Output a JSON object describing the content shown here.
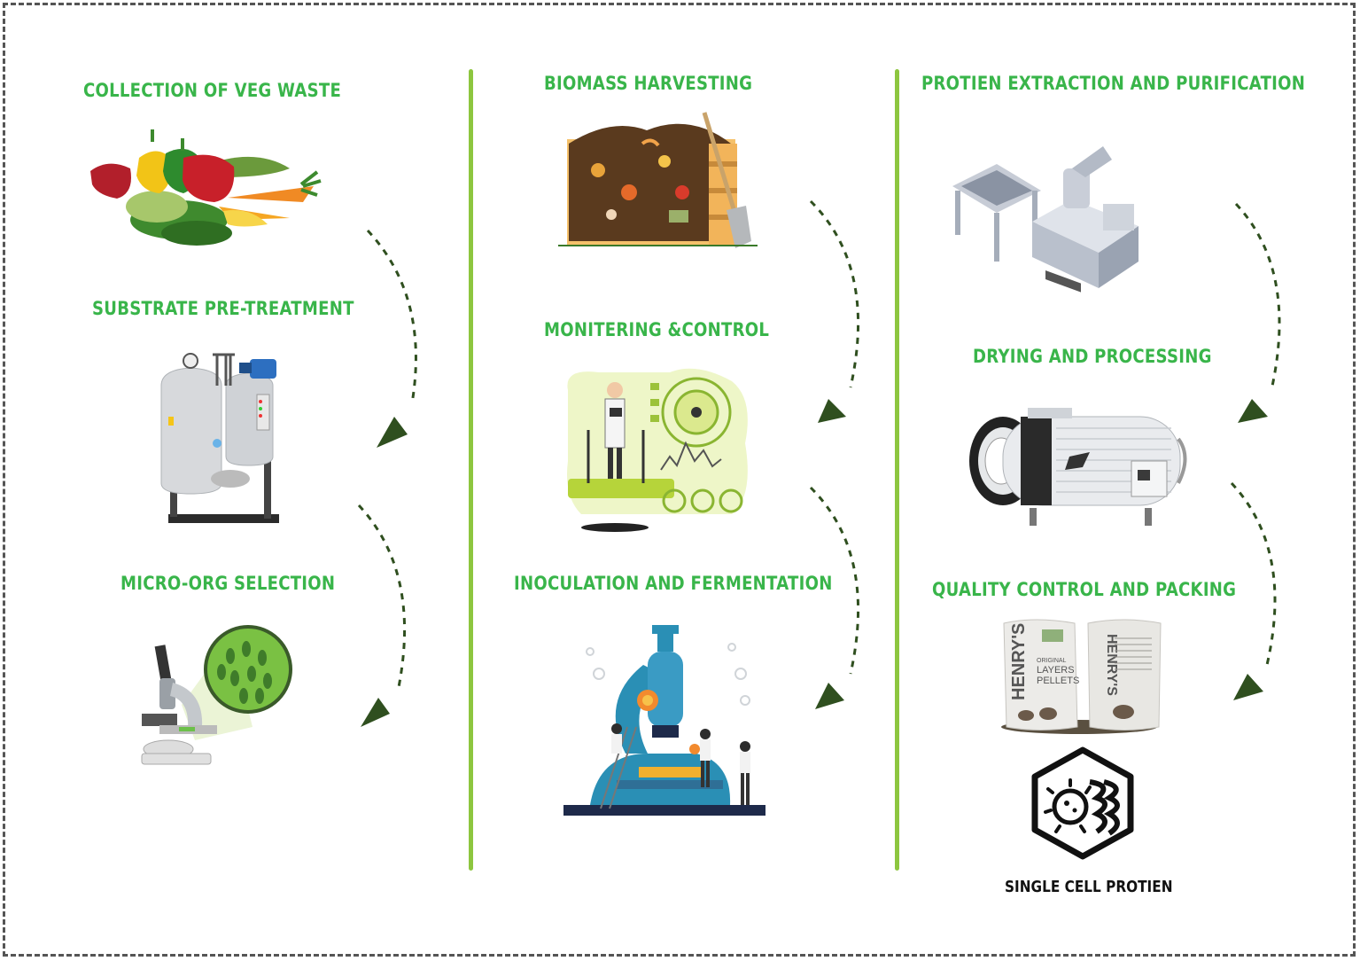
{
  "colors": {
    "title_green": "#39b54a",
    "divider_green": "#8dc63f",
    "arrow": "#2f4f1f",
    "frame": "#555555"
  },
  "columns": [
    {
      "steps": [
        {
          "title": "Collection of veg waste",
          "illustration": "vegetables-icon"
        },
        {
          "title": "Substrate pre-treatment",
          "illustration": "pressure-tank-icon"
        },
        {
          "title": "Micro-org selection",
          "illustration": "microscope-icon"
        }
      ]
    },
    {
      "steps": [
        {
          "title": "Biomass harvesting",
          "illustration": "compost-bin-icon"
        },
        {
          "title": "Monitering &control",
          "illustration": "scientist-dashboard-icon"
        },
        {
          "title": "Inoculation and fermentation",
          "illustration": "giant-microscope-icon"
        }
      ]
    },
    {
      "steps": [
        {
          "title": "Protien extraction and purification",
          "illustration": "extraction-machine-icon"
        },
        {
          "title": "Drying and processing",
          "illustration": "dryer-machine-icon"
        },
        {
          "title": "Quality control and packing",
          "illustration": "feed-bags-icon"
        }
      ]
    }
  ],
  "final": {
    "label": "Single cell protien",
    "icon": "single-cell-protein-hexagon-icon"
  },
  "bag": {
    "brand": "HENRY'S",
    "line1": "ORIGINAL",
    "line2": "LAYERS",
    "line3": "PELLETS"
  }
}
